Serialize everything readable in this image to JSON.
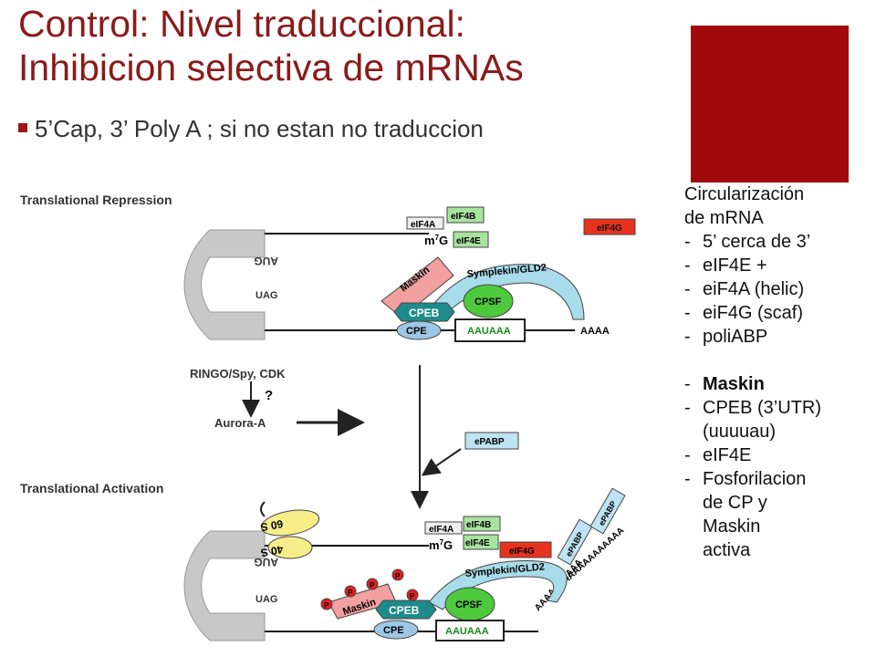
{
  "title": {
    "line1": "Control: Nivel traduccional:",
    "line2": "Inhibicion selectiva de mRNAs"
  },
  "bullet": "5’Cap, 3’ Poly A ; si no estan no traduccion",
  "colors": {
    "title": "#8b1a1a",
    "red_box": "#a00a0a",
    "eIF4G": "#e8321e",
    "maskin": "#f2a0a0",
    "cpsf": "#4ec83c",
    "symplekin": "#a8dcea",
    "cpeb": "#1f8a8a",
    "cpe": "#9ec7e6",
    "ribosome": "#f7ee8a",
    "phospho": "#e21e1e"
  },
  "sidebar": {
    "heading1": "Circularización",
    "heading2": "de mRNA",
    "items": [
      {
        "dash": "-",
        "text": "5’ cerca de 3’"
      },
      {
        "dash": "-",
        "text": "eIF4E +"
      },
      {
        "dash": "-",
        "text": "eiF4A (helic)"
      },
      {
        "dash": "-",
        "text": "eiF4G (scaf)"
      },
      {
        "dash": "-",
        "text": "poliABP"
      }
    ],
    "maskin": {
      "dash": "-",
      "text": "Maskin"
    },
    "items2": [
      {
        "dash": "-",
        "text": "CPEB (3’UTR)"
      },
      {
        "dash": "",
        "text": "(uuuuau)"
      },
      {
        "dash": "-",
        "text": "eIF4E"
      },
      {
        "dash": "-",
        "text": "Fosforilacion"
      },
      {
        "dash": "",
        "text": "de CP y"
      },
      {
        "dash": "",
        "text": "Maskin"
      },
      {
        "dash": "",
        "text": "activa"
      }
    ]
  },
  "diagram": {
    "repression_label": "Translational Repression",
    "activation_label": "Translational Activation",
    "aug": "AUG",
    "uag": "UAG",
    "m7g": "m",
    "m7g_sup": "7",
    "m7g_g": "G",
    "eIF4A": "eIF4A",
    "eIF4B": "eIF4B",
    "eIF4E": "eIF4E",
    "eIF4G": "eIF4G",
    "maskin": "Maskin",
    "symplekin": "Symplekin/GLD2",
    "cpsf": "CPSF",
    "cpeb": "CPEB",
    "cpe": "CPE",
    "aauaaa": "AAUAAA",
    "aaaa": "AAAA",
    "poly_a": "AAAAAAAAAA",
    "poly_a2": "AAAAAAAAAAAA",
    "epabp": "ePABP",
    "ringo": "RINGO/Spy, CDK",
    "question": "?",
    "aurora": "Aurora-A",
    "s60": "60 S",
    "s40": "40 S",
    "p": "P"
  }
}
